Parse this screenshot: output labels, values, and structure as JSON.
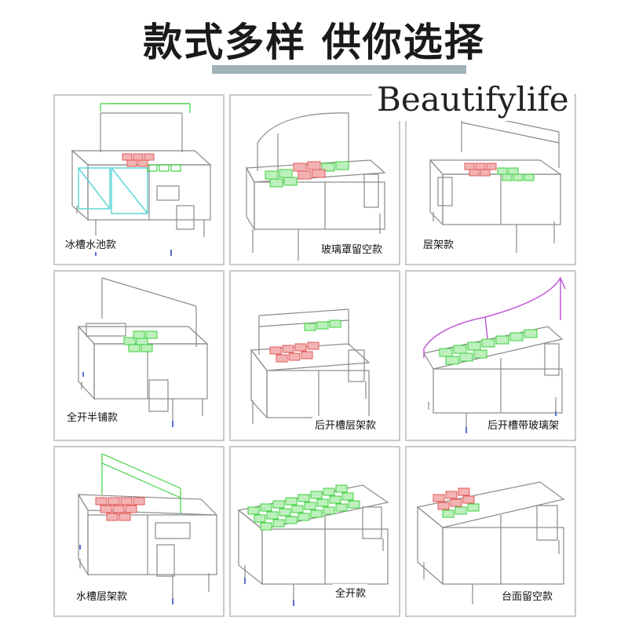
{
  "header": {
    "title": "款式多样 供你选择",
    "brand": "Beautifylife"
  },
  "colors": {
    "accent_underline": "#9fb3b9",
    "green_tray": "#3dd13d",
    "red_tray": "#e05a5a",
    "cyan_glass": "#5fd6d6",
    "purple_glass": "#c15bd6",
    "line": "#8a8a8a",
    "legs": "#5a6fd6"
  },
  "styles": [
    {
      "label": "冰槽水池款",
      "icon": "sink-ice-counter-icon"
    },
    {
      "label": "玻璃罩留空款",
      "icon": "glass-cover-counter-icon"
    },
    {
      "label": "层架款",
      "icon": "shelf-counter-icon"
    },
    {
      "label": "全开半铺款",
      "icon": "half-tray-counter-icon"
    },
    {
      "label": "后开槽层架款",
      "icon": "rear-slot-shelf-counter-icon"
    },
    {
      "label": "后开槽带玻璃架",
      "icon": "rear-slot-glass-counter-icon"
    },
    {
      "label": "水槽层架款",
      "icon": "sink-shelf-counter-icon"
    },
    {
      "label": "全开款",
      "icon": "full-open-counter-icon"
    },
    {
      "label": "台面留空款",
      "icon": "top-space-counter-icon"
    }
  ]
}
